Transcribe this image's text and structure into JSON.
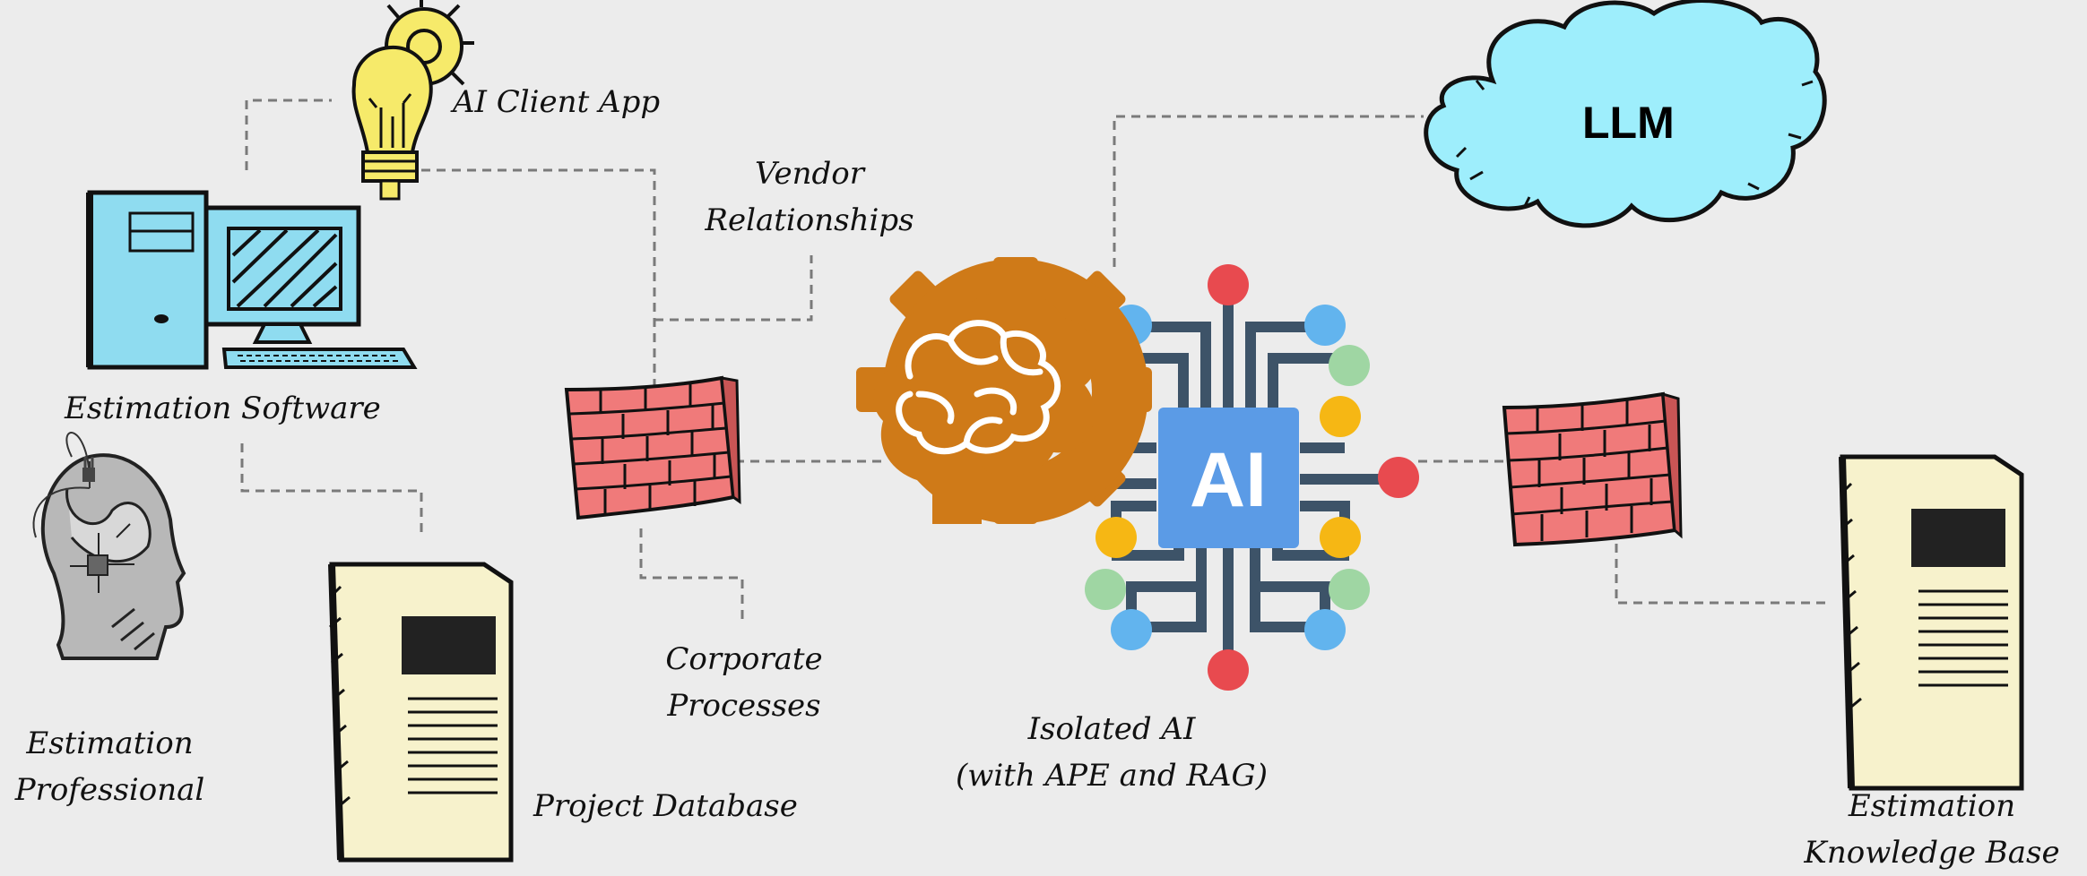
{
  "labels": {
    "ai_client_app": "AI Client App",
    "vendor_relationships": [
      "Vendor",
      "Relationships"
    ],
    "llm": "LLM",
    "estimation_software": "Estimation Software",
    "estimation_professional": [
      "Estimation",
      "Professional"
    ],
    "project_database": "Project Database",
    "corporate_processes": [
      "Corporate",
      "Processes"
    ],
    "isolated_ai": [
      "Isolated AI",
      "(with APE and RAG)"
    ],
    "estimation_knowledge_base": [
      "Estimation",
      "Knowledge Base"
    ],
    "ai_chip_text": "AI"
  },
  "colors": {
    "background": "#ececec",
    "cloud": "#9eeefc",
    "monitor": "#8fdcf0",
    "firewall": "#f07a7a",
    "gear": "#cf7a18",
    "chip": "#5b9be6",
    "chip_traces": "#3d5368",
    "server": "#f7f2cc",
    "bulb": "#f6ea6a",
    "node_red": "#e84a4f",
    "node_blue": "#62b4ee",
    "node_green": "#9fd6a3",
    "node_yellow": "#f6b714"
  },
  "icons": [
    "lightbulb-gear-icon",
    "desktop-computer-icon",
    "head-circuit-icon",
    "server-icon",
    "firewall-icon",
    "brain-gear-icon",
    "ai-chip-icon",
    "cloud-icon"
  ]
}
